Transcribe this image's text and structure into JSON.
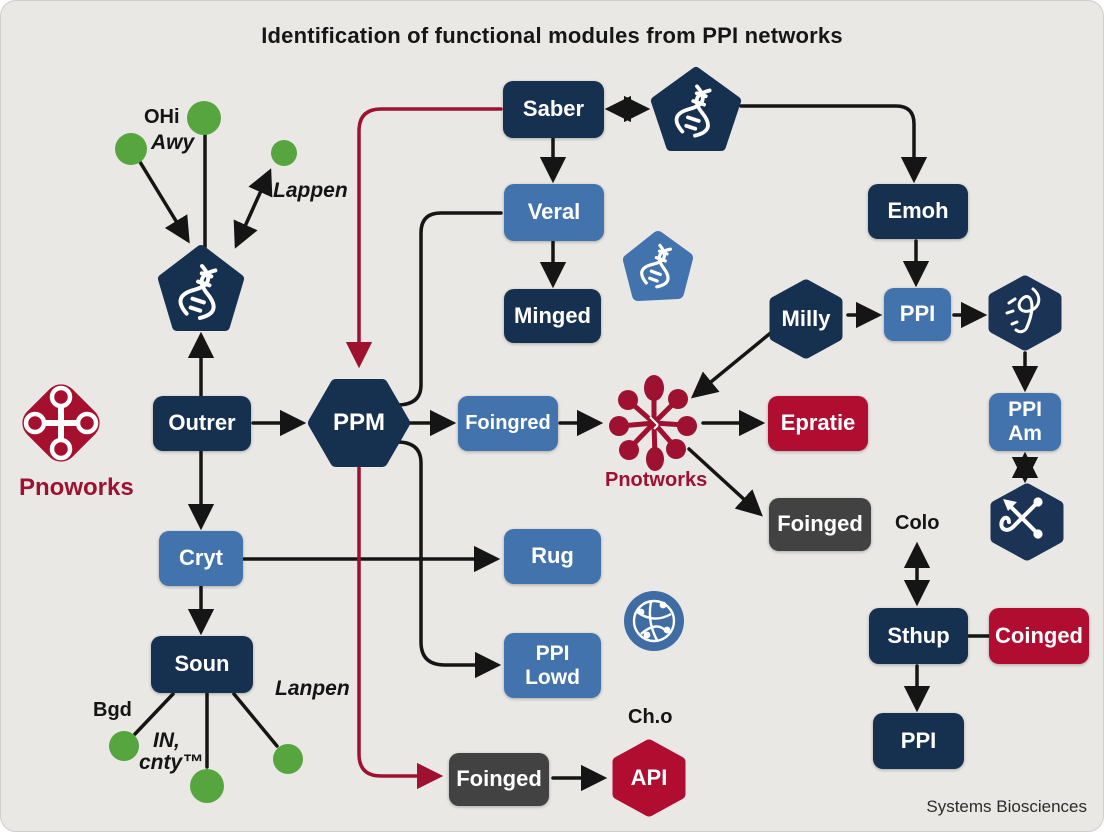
{
  "title": "Identification of functional modules from PPI networks",
  "footer": "Systems Biosciences",
  "nodes": {
    "outrer": "Outrer",
    "ppm": "PPM",
    "saber": "Saber",
    "veral": "Veral",
    "minged": "Minged",
    "foingred": "Foingred",
    "cryt": "Cryt",
    "soun": "Soun",
    "rug": "Rug",
    "ppi_lowd": "PPI\nLowd",
    "epratie": "Epratie",
    "foinged": "Foinged",
    "emoh": "Emoh",
    "ppi": "PPI",
    "milly": "Milly",
    "ppi_am": "PPI\nAm",
    "sthup": "Sthup",
    "coinged": "Coinged",
    "ppi_bottom": "PPI",
    "foinged_bottom": "Foinged",
    "api": "API"
  },
  "labels": {
    "ohi": "OHi",
    "awy": "Awy",
    "lappen": "Lappen",
    "pnoworks": "Pnoworks",
    "pnotworks": "Pnotworks",
    "bgd": "Bgd",
    "in_label": "IN,",
    "cnty": "cnty™",
    "lanpen": "Lanpen",
    "colo": "Colo",
    "cho": "Ch.o"
  },
  "colors": {
    "background": "#e9e8e5",
    "navy": "#16304f",
    "medium_blue": "#4273ad",
    "crimson": "#b00d31",
    "dark_red": "#9e1130",
    "gray": "#424242",
    "green": "#57a53f",
    "black_line": "#151515"
  }
}
